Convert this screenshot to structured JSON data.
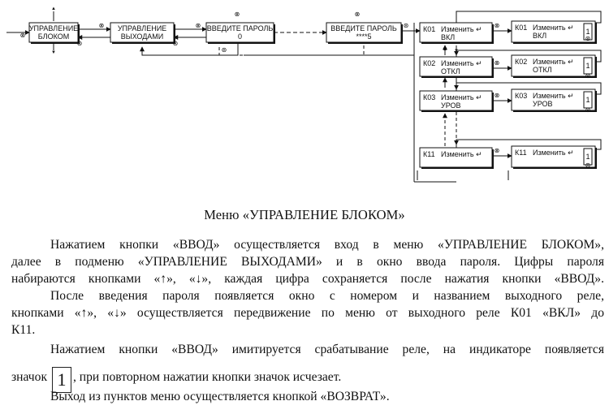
{
  "diagram": {
    "boxes": {
      "upr_blokom": [
        "УПРАВЛЕНИЕ",
        "БЛОКОМ"
      ],
      "upr_vyhodami": [
        "УПРАВЛЕНИЕ",
        "ВЫХОДАМИ"
      ],
      "pass0": [
        "ВВЕДИТЕ ПАРОЛЬ",
        "0"
      ],
      "pass5": [
        "ВВЕДИТЕ ПАРОЛЬ",
        "****5"
      ],
      "k01": [
        "К01",
        "Изменить",
        "ВКЛ"
      ],
      "k02": [
        "К02",
        "Изменить",
        "ОТКЛ"
      ],
      "k03": [
        "К03",
        "Изменить",
        "УРОВ"
      ],
      "k11": [
        "К11",
        "Изменить"
      ],
      "k01b": [
        "К01",
        "Изменить",
        "ВКЛ"
      ],
      "k02b": [
        "К02",
        "Изменить",
        "ОТКЛ"
      ],
      "k03b": [
        "К03",
        "Изменить",
        "УРОВ"
      ],
      "k11b": [
        "К11",
        "Изменить"
      ]
    },
    "indicator": "1",
    "symbols": {
      "enter": "⊗",
      "return": "⊛",
      "up": "▲",
      "down": "▼",
      "enter_arrow": "↵"
    }
  },
  "caption": "Меню «УПРАВЛЕНИЕ БЛОКОМ»",
  "text": {
    "p1_l1": "Нажатием кнопки «ВВОД» осуществляется вход в меню «УПРАВЛЕНИЕ БЛОКОМ»,",
    "p1_l2": "далее в подменю «УПРАВЛЕНИЕ ВЫХОДАМИ» и в окно ввода пароля. Цифры пароля",
    "p1_l3": "набираются кнопками «↑», «↓», каждая цифра сохраняется после нажатия кнопки «ВВОД».",
    "p2_l1": "После введения пароля появляется окно с номером и названием выходного реле,",
    "p2_l2": "кнопками «↑», «↓» осуществляется передвижение по  меню от выходного реле К01 «ВКЛ» до",
    "p2_l3": "К11.",
    "p3_l1": "Нажатием кнопки «ВВОД» имитируется срабатывание реле, на индикаторе появляется",
    "p3_l2a": "значок",
    "p3_icon": "1",
    "p3_l2b": ", при повторном нажатии кнопки значок исчезает.",
    "p4_l1": "Выход из пунктов меню осуществляется кнопкой «ВОЗВРАТ»."
  }
}
